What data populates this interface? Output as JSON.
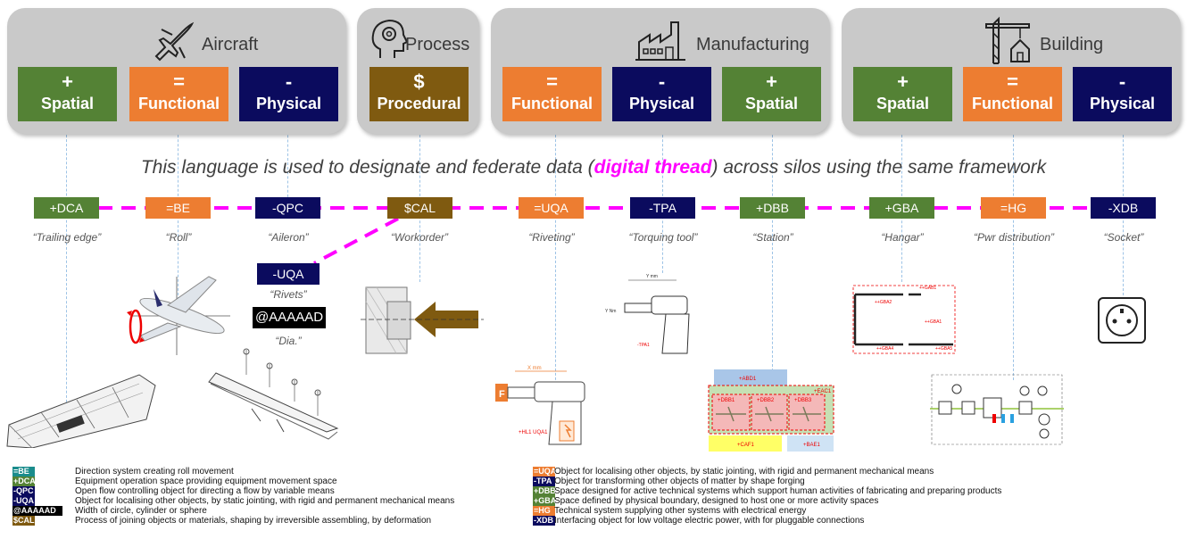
{
  "panels": [
    {
      "title": "Aircraft",
      "icon": "airplane-icon"
    },
    {
      "title": "Process",
      "icon": "head-gear-icon"
    },
    {
      "title": "Manufacturing",
      "icon": "factory-icon"
    },
    {
      "title": "Building",
      "icon": "crane-icon"
    }
  ],
  "tiles": [
    {
      "sym": "+",
      "label": "Spatial"
    },
    {
      "sym": "=",
      "label": "Functional"
    },
    {
      "sym": "-",
      "label": "Physical"
    },
    {
      "sym": "$",
      "label": "Procedural"
    },
    {
      "sym": "=",
      "label": "Functional"
    },
    {
      "sym": "-",
      "label": "Physical"
    },
    {
      "sym": "+",
      "label": "Spatial"
    },
    {
      "sym": "+",
      "label": "Spatial"
    },
    {
      "sym": "=",
      "label": "Functional"
    },
    {
      "sym": "-",
      "label": "Physical"
    }
  ],
  "tagline": {
    "before": "This language is used to designate and federate data (",
    "highlight": "digital thread",
    "after": ") across silos using the same framework"
  },
  "codes": [
    {
      "code": "+DCA",
      "caption": "“Trailing edge”",
      "color": "#548235"
    },
    {
      "code": "=BE",
      "caption": "“Roll”",
      "color": "#ed7d31"
    },
    {
      "code": "-QPC",
      "caption": "“Aileron”",
      "color": "#0b0b5e"
    },
    {
      "code": "$CAL",
      "caption": "“Workorder”",
      "color": "#7f5a10"
    },
    {
      "code": "=UQA",
      "caption": "“Riveting”",
      "color": "#ed7d31"
    },
    {
      "code": "-TPA",
      "caption": "“Torquing tool”",
      "color": "#0b0b5e"
    },
    {
      "code": "+DBB",
      "caption": "“Station”",
      "color": "#548235"
    },
    {
      "code": "+GBA",
      "caption": "“Hangar”",
      "color": "#548235"
    },
    {
      "code": "=HG",
      "caption": "“Pwr distribution”",
      "color": "#ed7d31"
    },
    {
      "code": "-XDB",
      "caption": "“Socket”",
      "color": "#0b0b5e"
    }
  ],
  "sub": {
    "uqa_code": "-UQA",
    "rivets": "“Rivets”",
    "dia_code": "@AAAAAD",
    "dia": "“Dia.”"
  },
  "drawings": {
    "torquing_dim": "Y mm",
    "torquing_side": "Y Nm",
    "torquing_id": "-TPA1",
    "riveting_dim": "X mm",
    "riveting_id": "+HL1 UQA1",
    "riveting_tag": "F",
    "station_abd": "+ABD1",
    "station_eac": "+EAC1",
    "station_dbb1": "+DBB1",
    "station_dbb2": "+DBB2",
    "station_dbb3": "+DBB3",
    "station_caf": "+CAF1",
    "station_bae": "+BAE1",
    "hangar_gab": "++GAB1",
    "hangar_gba2": "++GBA2",
    "hangar_gba1": "++GBA1",
    "hangar_gba4": "++GBA4",
    "hangar_gba5": "++GBA5"
  },
  "legend_left": [
    {
      "code": "=BE",
      "desc": "Direction system creating roll movement",
      "color": "#1a8c8c"
    },
    {
      "code": "+DCA",
      "desc": "Equipment operation space providing equipment movement space",
      "color": "#548235"
    },
    {
      "code": "-QPC",
      "desc": "Open flow controlling object for directing a flow by variable means",
      "color": "#0b0b5e"
    },
    {
      "code": "-UQA",
      "desc": "Object for localising other objects, by static jointing, with rigid and permanent mechanical means",
      "color": "#0b0b5e"
    },
    {
      "code": "@AAAAAD",
      "desc": "Width of circle, cylinder or sphere",
      "color": "#000000"
    },
    {
      "code": "$CAL",
      "desc": "Process of joining objects or materials, shaping by irreversible assembling, by deformation",
      "color": "#7f5a10"
    }
  ],
  "legend_right": [
    {
      "code": "=UQA",
      "desc": "Object for localising other objects, by static jointing, with rigid and permanent mechanical means",
      "color": "#ed7d31"
    },
    {
      "code": "-TPA",
      "desc": "Object for transforming other objects of matter by shape forging",
      "color": "#0b0b5e"
    },
    {
      "code": "+DBB",
      "desc": "Space designed for active technical systems which support human activities of fabricating and preparing products",
      "color": "#548235"
    },
    {
      "code": "+GBA",
      "desc": "Space defined by physical boundary, designed to host one or more activity spaces",
      "color": "#548235"
    },
    {
      "code": "=HG",
      "desc": "Technical system supplying other systems with electrical energy",
      "color": "#ed7d31"
    },
    {
      "code": "-XDB",
      "desc": "Interfacing object for low voltage electric power, with for pluggable connections",
      "color": "#0b0b5e"
    }
  ]
}
